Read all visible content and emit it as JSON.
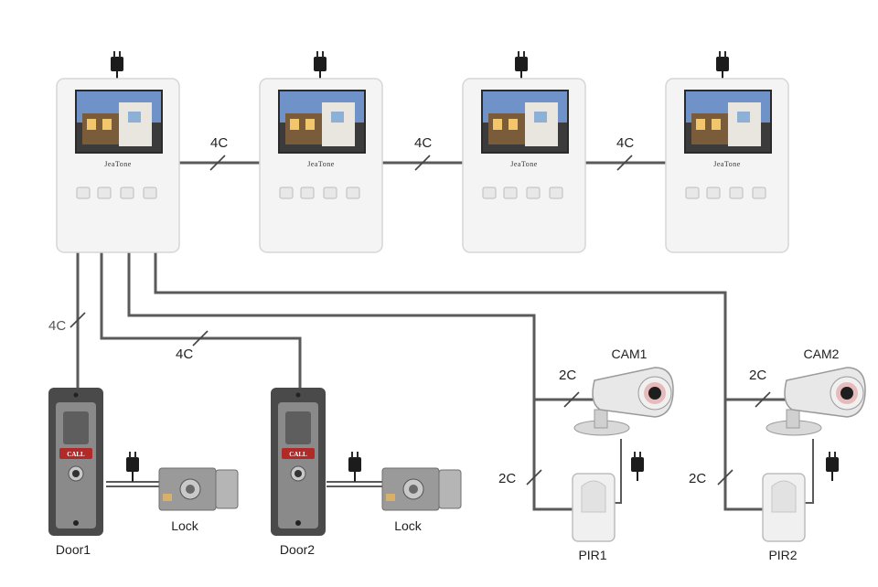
{
  "colors": {
    "wire": "#5a5a5a",
    "monitor_body": "#f4f4f4",
    "monitor_edge": "#d6d6d6",
    "screen_sky": "#6f93c9",
    "door_panel": "#4a4a4a",
    "call_button": "#b02a2a",
    "lock_metal": "#9a9a9a",
    "camera_body": "#e8e8e8",
    "pir_body": "#f0f0f0"
  },
  "monitors": [
    {
      "brand": "JeaTone",
      "icon": "indoor-monitor-icon"
    },
    {
      "brand": "JeaTone",
      "icon": "indoor-monitor-icon"
    },
    {
      "brand": "JeaTone",
      "icon": "indoor-monitor-icon"
    },
    {
      "brand": "JeaTone",
      "icon": "indoor-monitor-icon"
    }
  ],
  "monitor_links": [
    "4C",
    "4C",
    "4C"
  ],
  "door_links": [
    "4C",
    "4C"
  ],
  "camera_links": [
    "2C",
    "2C"
  ],
  "pir_links": [
    "2C",
    "2C"
  ],
  "doors": [
    {
      "label": "Door1",
      "button": "CALL",
      "icon": "door-station-icon"
    },
    {
      "label": "Door2",
      "button": "CALL",
      "icon": "door-station-icon"
    }
  ],
  "locks": [
    {
      "label": "Lock",
      "icon": "electric-lock-icon"
    },
    {
      "label": "Lock",
      "icon": "electric-lock-icon"
    }
  ],
  "cameras": [
    {
      "label": "CAM1",
      "icon": "bullet-camera-icon"
    },
    {
      "label": "CAM2",
      "icon": "bullet-camera-icon"
    }
  ],
  "pirs": [
    {
      "label": "PIR1",
      "icon": "pir-sensor-icon"
    },
    {
      "label": "PIR2",
      "icon": "pir-sensor-icon"
    }
  ],
  "adapters": {
    "icon": "power-adapter-icon",
    "count": 8
  }
}
